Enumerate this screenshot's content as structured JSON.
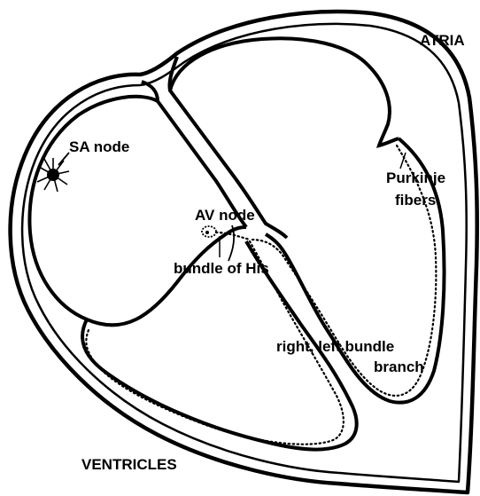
{
  "labels": {
    "atria": "ATRIA",
    "sa_node": "SA node",
    "purkinje_line1": "Purkinje",
    "purkinje_line2": "fibers",
    "av_node": "AV node",
    "bundle_of_his": "bundle of His",
    "bundle_branch_line1": "right, left bundle",
    "bundle_branch_line2": "branch",
    "ventricles": "VENTRICLES"
  },
  "colors": {
    "ink": "#000000",
    "background": "#ffffff"
  }
}
